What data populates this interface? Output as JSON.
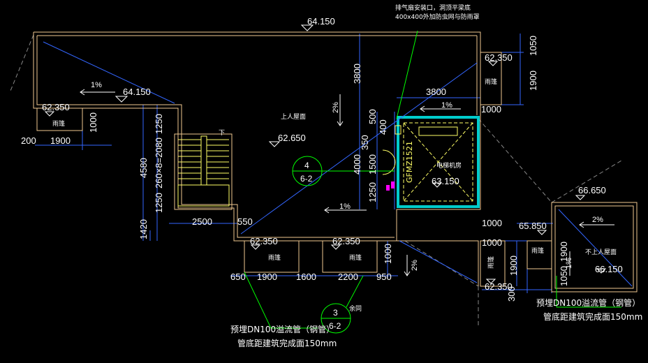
{
  "elevations": {
    "main_top": "64.150",
    "upper_left": "64.150",
    "left_canopy": "62.350",
    "main_roof": "62.650",
    "elevator_room": "63.150",
    "right_top_canopy": "62.350",
    "bottom_canopy_a": "62.350",
    "bottom_canopy_b": "62.350",
    "bottom_right_canopy": "62.350",
    "right_block_top": "66.650",
    "right_block_low": "65.850",
    "right_block_inner": "66.150"
  },
  "dimensions": {
    "d3800v": "3800",
    "d3800h": "3800",
    "d1050": "1050",
    "d1900r": "1900",
    "d1000r": "1000",
    "d500": "500",
    "d400": "400",
    "d350": "350",
    "d1500": "1500",
    "d4000": "4000",
    "d1250r": "1250",
    "d200": "200",
    "d1900l": "1900",
    "d1000l": "1000",
    "d4580": "4580",
    "d1250a": "1250",
    "d260x8": "260×8=2080",
    "d1250b": "1250",
    "d1420": "1420",
    "d2500": "2500",
    "d550": "550",
    "d650": "650",
    "d1900b": "1900",
    "d1600": "1600",
    "d2200": "2200",
    "d950": "950",
    "d1000b": "1000",
    "d1000rb": "1000",
    "d1900rb": "1900",
    "d1900rb2": "1900",
    "d1050rb": "1050",
    "d300": "300",
    "d1000rb2": "1000"
  },
  "labels": {
    "canopy": "雨篷",
    "upper_roof": "上人屋面",
    "non_upper_roof": "不上人屋面",
    "elevator_room": "电梯机房",
    "fire_door": "GFMZ1521",
    "vent_note_1": "排气扇安装口，洞顶平梁底",
    "vent_note_2": "400x400外加防虫网与防雨罩",
    "same": "余同",
    "stair_up": "下",
    "pipe_note_1": "预埋DN100溢流管（钢管）",
    "pipe_note_2": "管底距建筑完成面150mm",
    "pipe_note_r1": "预埋DN100溢流管（钢管）",
    "pipe_note_r2": "管底距建筑完成面150mm"
  },
  "slopes": {
    "s_left": "1%",
    "s_mid_v": "2%",
    "s_right": "1%",
    "s_bottom": "1%",
    "s_bottom_v": "2%",
    "s_rblock": "2%",
    "s_rblock_v": "1%"
  },
  "detail_marks": {
    "mark_a_num": "4",
    "mark_a_sheet": "6-2",
    "mark_b_num": "3",
    "mark_b_sheet": "6-2"
  },
  "colors": {
    "background": "#000000",
    "wall": "#f0c890",
    "dimension": "#3366ff",
    "text": "#ffffff",
    "leader": "#00ff00",
    "stair": "#ffff66",
    "elevator_wall": "#00cccc",
    "accent": "#ff00ff"
  }
}
